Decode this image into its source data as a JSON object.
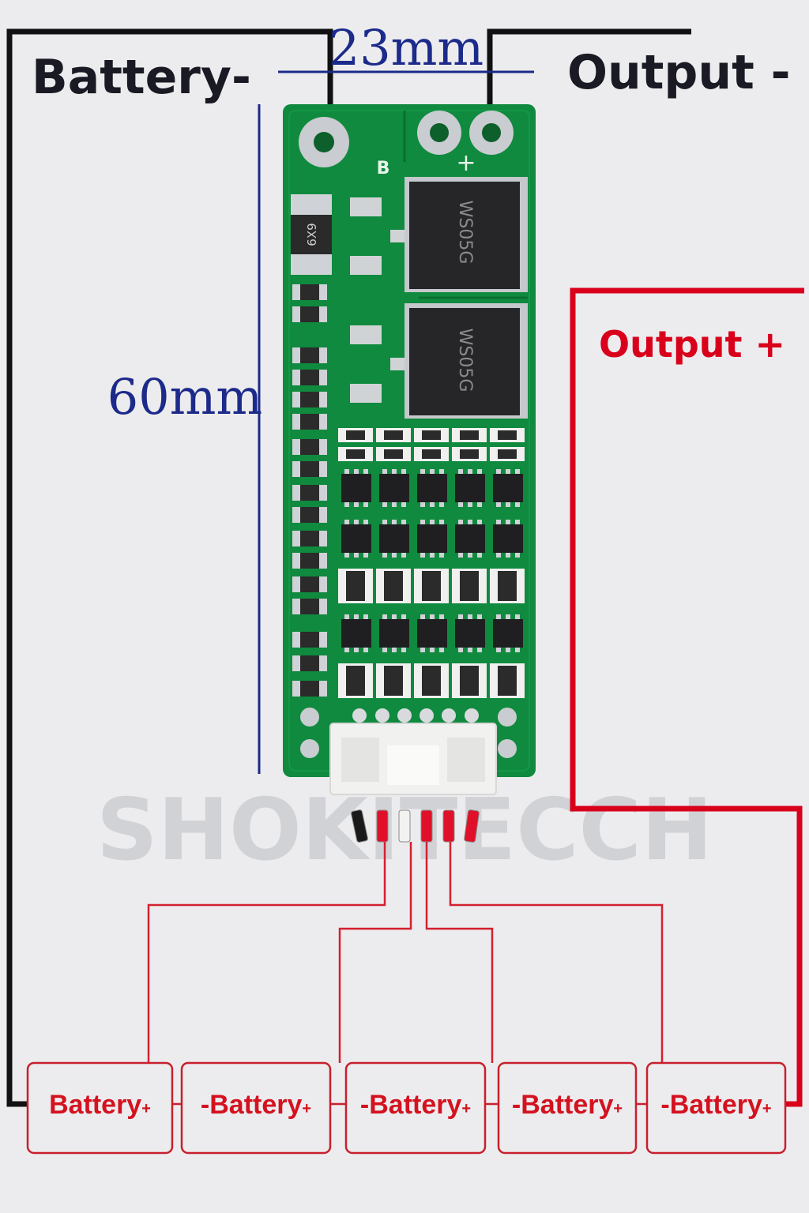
{
  "labels": {
    "battery_minus": "Battery-",
    "output_minus": "Output -",
    "output_plus": "Output +",
    "width_dim": "23mm",
    "height_dim": "60mm",
    "watermark": "SHOKITECCH"
  },
  "board": {
    "pad_b_mark": "B",
    "pad_plus_mark": "+",
    "mosfet_marking": "WS05G",
    "inductor_marking": "6X9"
  },
  "cells": [
    {
      "label": "Battery",
      "plus": "+",
      "minus": ""
    },
    {
      "label": "Battery",
      "plus": "+",
      "minus": "-"
    },
    {
      "label": "Battery",
      "plus": "+",
      "minus": "-"
    },
    {
      "label": "Battery",
      "plus": "+",
      "minus": "-"
    },
    {
      "label": "Battery",
      "plus": "+",
      "minus": "-"
    }
  ],
  "colors": {
    "background": "#ececee",
    "black_wire": "#111111",
    "red_wire": "#d9001b",
    "cell_outline": "#c8202c",
    "cell_text": "#d4121f",
    "dimension_blue": "#1c2a8a",
    "pcb_green": "#0f8a3e",
    "watermark": "#cfd0d4"
  }
}
